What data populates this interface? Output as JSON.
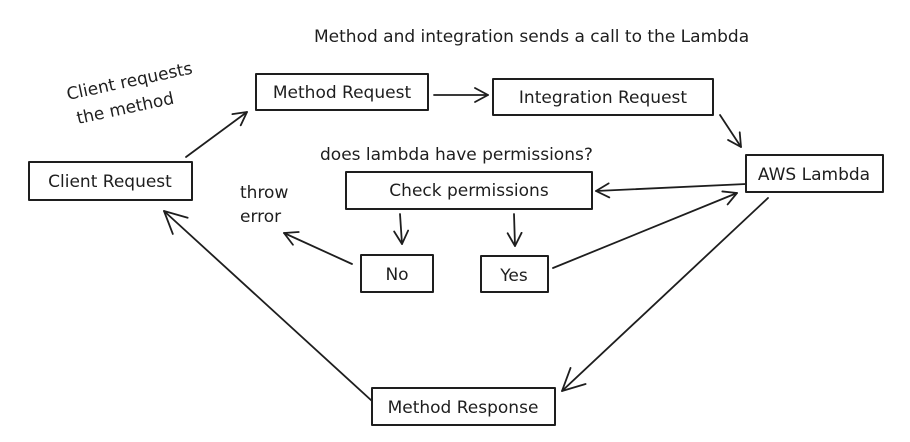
{
  "diagram": {
    "annotations": {
      "top": "Method and integration sends a call to the Lambda",
      "client_line1": "Client requests",
      "client_line2": "the method",
      "permissions_question": "does lambda have permissions?",
      "throw_line1": "throw",
      "throw_line2": "error"
    },
    "nodes": {
      "client_request": "Client Request",
      "method_request": "Method Request",
      "integration_request": "Integration Request",
      "aws_lambda": "AWS Lambda",
      "check_permissions": "Check permissions",
      "no": "No",
      "yes": "Yes",
      "method_response": "Method Response"
    }
  }
}
